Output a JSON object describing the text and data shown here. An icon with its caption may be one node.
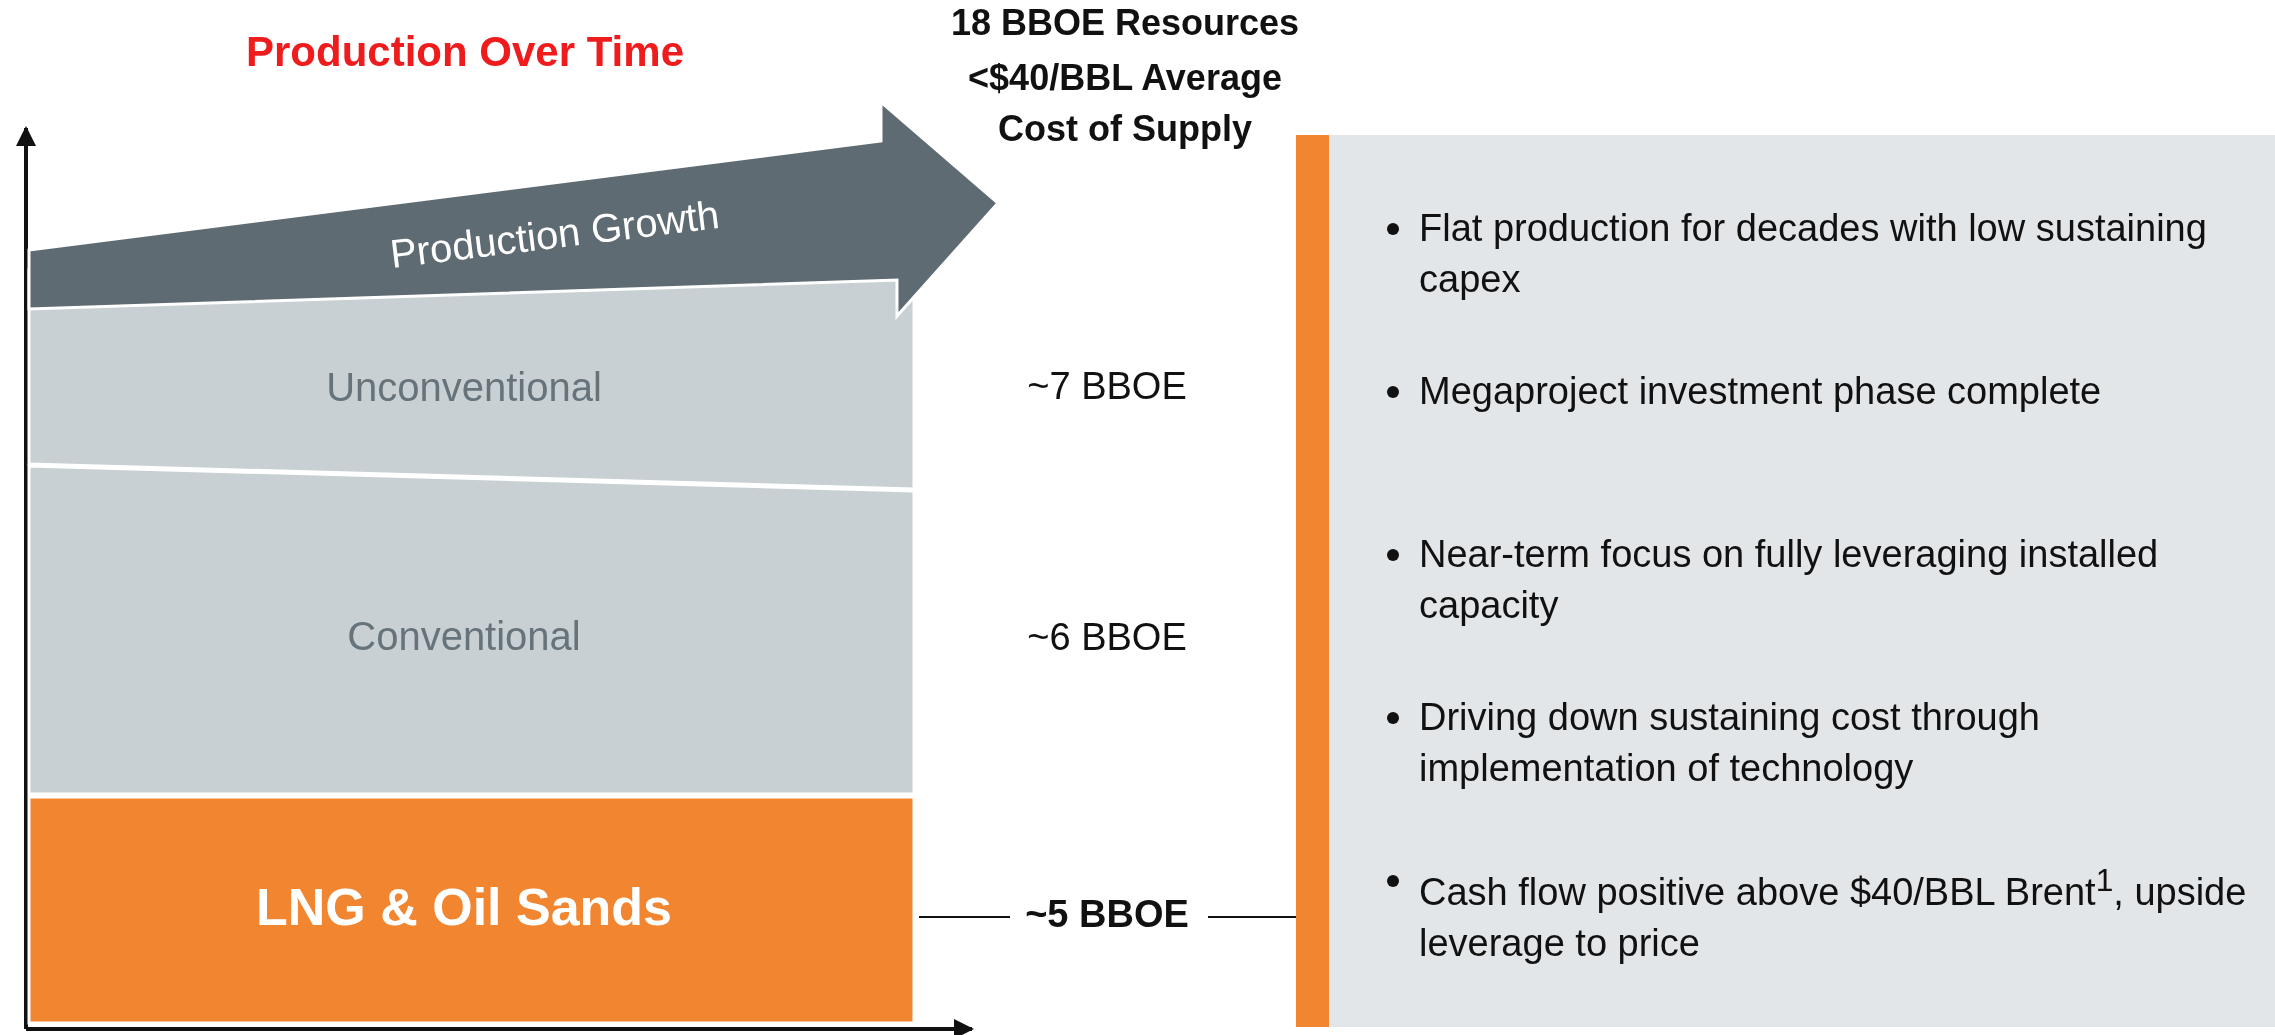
{
  "diagram": {
    "title": "Production Over Time",
    "nodes": [
      {
        "text": [
          "Unconventional"
        ]
      },
      {
        "text": [
          "Conventional"
        ]
      },
      {
        "text": [
          "LNG & Oil Sands"
        ]
      },
      {
        "text": [
          "Production Growth"
        ]
      },
      {
        "text": [
          "~5 BBOE"
        ]
      },
      {
        "text": [
          "Flat production for decades with low sustaining capex",
          "Megaproject investment phase complete",
          "Near-term focus on fully leveraging installed capacity",
          "Driving down sustaining cost through implementation of technology",
          "Cash flow positive above $40/BBL Brent$^{1}$, upside leverage to price"
        ]
      }
    ],
    "edges": [
      {
        "from": 2,
        "to": 4,
        "arrow": "none"
      },
      {
        "from": 4,
        "to": 5,
        "arrow": "none"
      }
    ],
    "labels": [
      "18 BBOE Resources",
      "<$40/BBL Average",
      "Cost of Supply",
      "~7 BBOE",
      "~6 BBOE"
    ]
  }
}
